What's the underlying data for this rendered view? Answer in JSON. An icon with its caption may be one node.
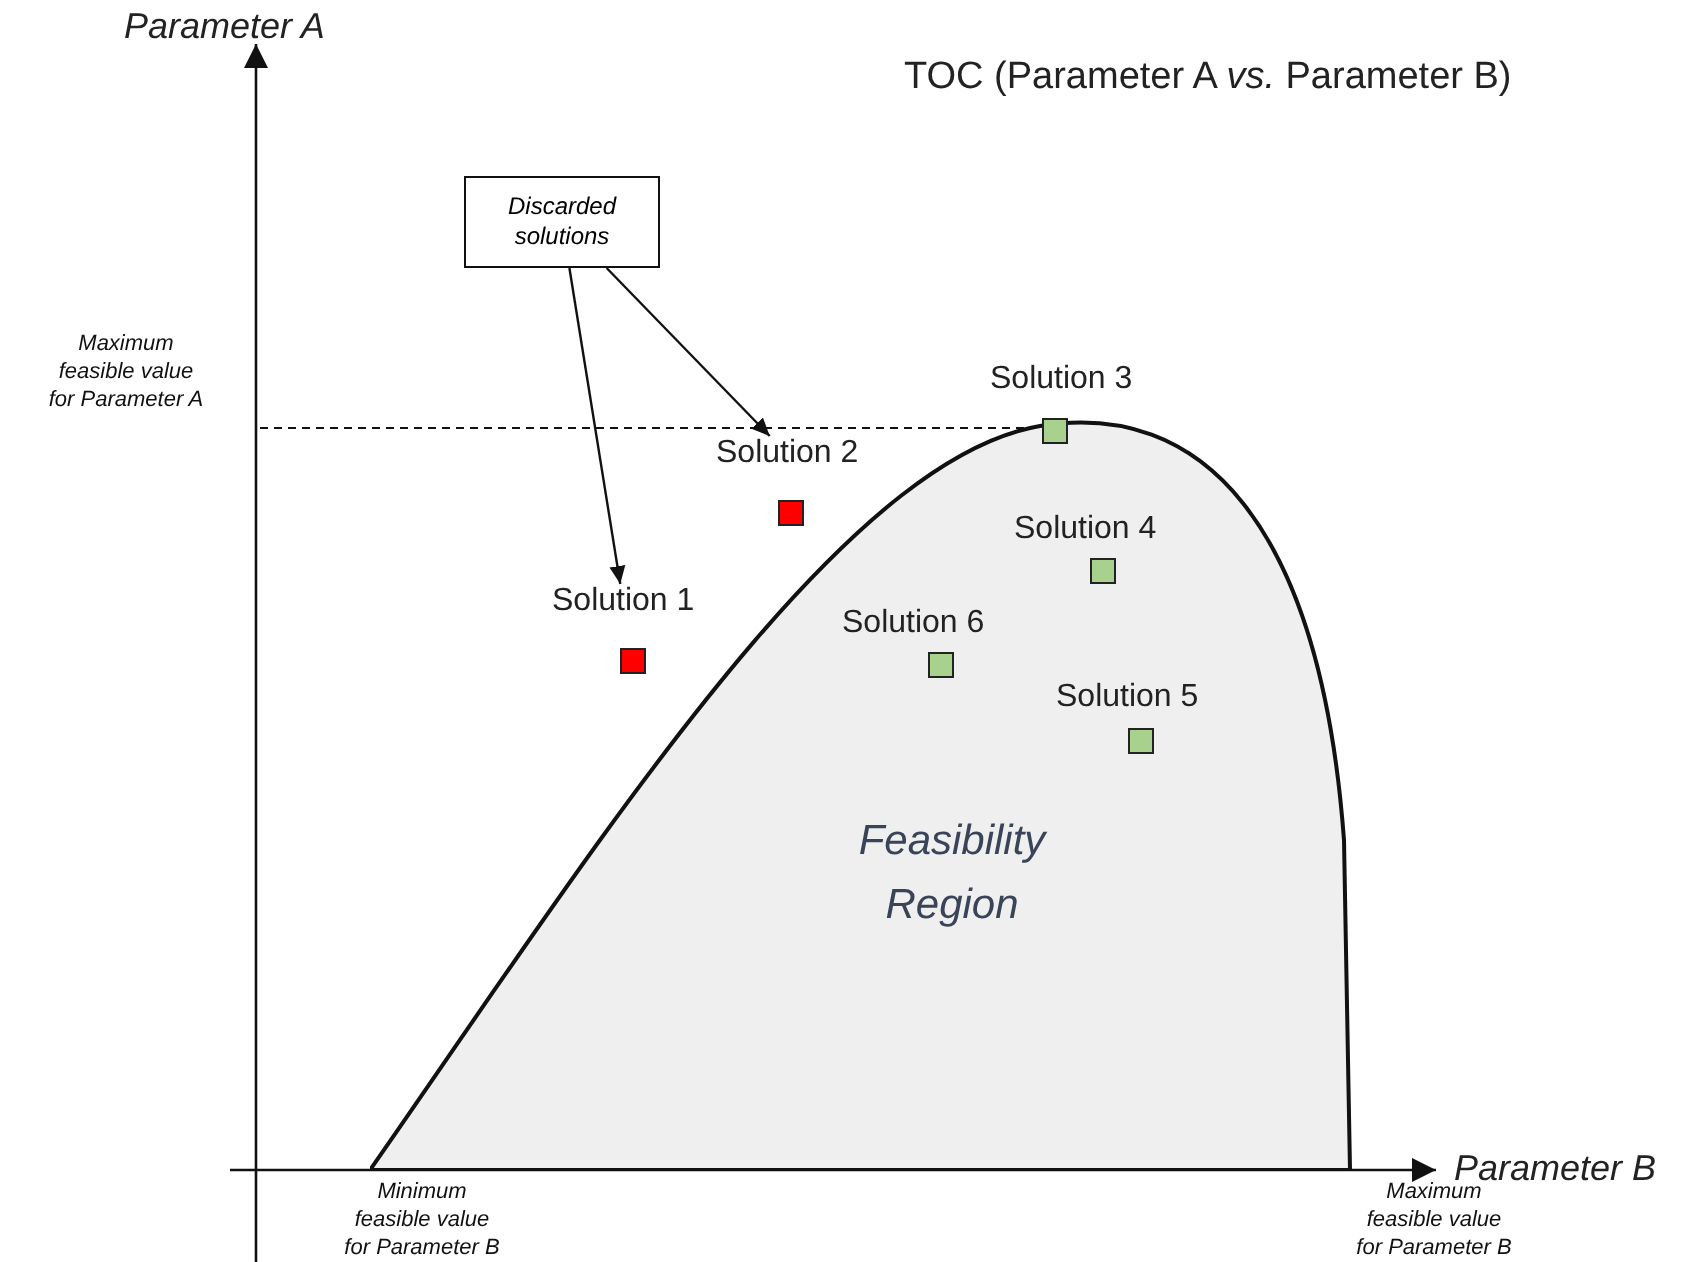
{
  "diagram": {
    "title": "TOC (Parameter A *vs.* Parameter B)",
    "nodes": [
      {
        "text": [
          "Discarded solutions"
        ]
      },
      {
        "text": [
          "Solution 3"
        ]
      },
      {
        "text": [
          "Solution 2"
        ]
      },
      {
        "text": [
          "Feasibility Region"
        ]
      },
      {
        "text": [
          "Solution 4"
        ],
        "in": 3
      },
      {
        "text": [
          "Solution 1"
        ]
      },
      {
        "text": [
          "Solution 6"
        ],
        "in": 3
      },
      {
        "text": [
          "Solution 5"
        ],
        "in": 3
      }
    ],
    "edges": [
      {
        "from": 0,
        "to": 5,
        "arrow": "to"
      },
      {
        "from": 0,
        "to": 2,
        "arrow": "to"
      }
    ],
    "labels": [
      "Parameter A",
      "Maximum feasible value for Parameter A",
      "Parameter B",
      "Minimum feasible value for Parameter B",
      "Maximum feasible value for Parameter B"
    ]
  }
}
